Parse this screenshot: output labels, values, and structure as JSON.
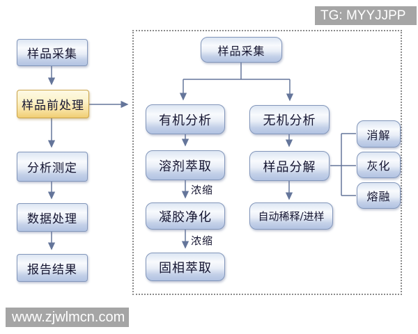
{
  "watermarks": {
    "tg_badge": "TG: MYYJJPP",
    "site_badge": "www.zjwlmcn.com"
  },
  "overview_flow": {
    "steps": [
      {
        "label": "样品采集"
      },
      {
        "label": "样品前处理"
      },
      {
        "label": "分析测定"
      },
      {
        "label": "数据处理"
      },
      {
        "label": "报告结果"
      }
    ]
  },
  "pretreatment_flow": {
    "root": "样品采集",
    "organic": {
      "title": "有机分析",
      "steps": [
        "溶剂萃取",
        "凝胶净化",
        "固相萃取"
      ],
      "edge_labels": [
        "浓缩",
        "浓缩"
      ]
    },
    "inorganic": {
      "title": "无机分析",
      "steps": [
        "样品分解",
        "自动稀释/进样"
      ],
      "methods": [
        "消解",
        "灰化",
        "熔融"
      ]
    }
  },
  "colors": {
    "node_border": "#8296ba",
    "node_fill": "#b2c3e2",
    "highlight_border": "#cba449",
    "highlight_fill": "#f0cd74",
    "connector": "#64759a",
    "watermark_bg": "#a5a5a5"
  }
}
